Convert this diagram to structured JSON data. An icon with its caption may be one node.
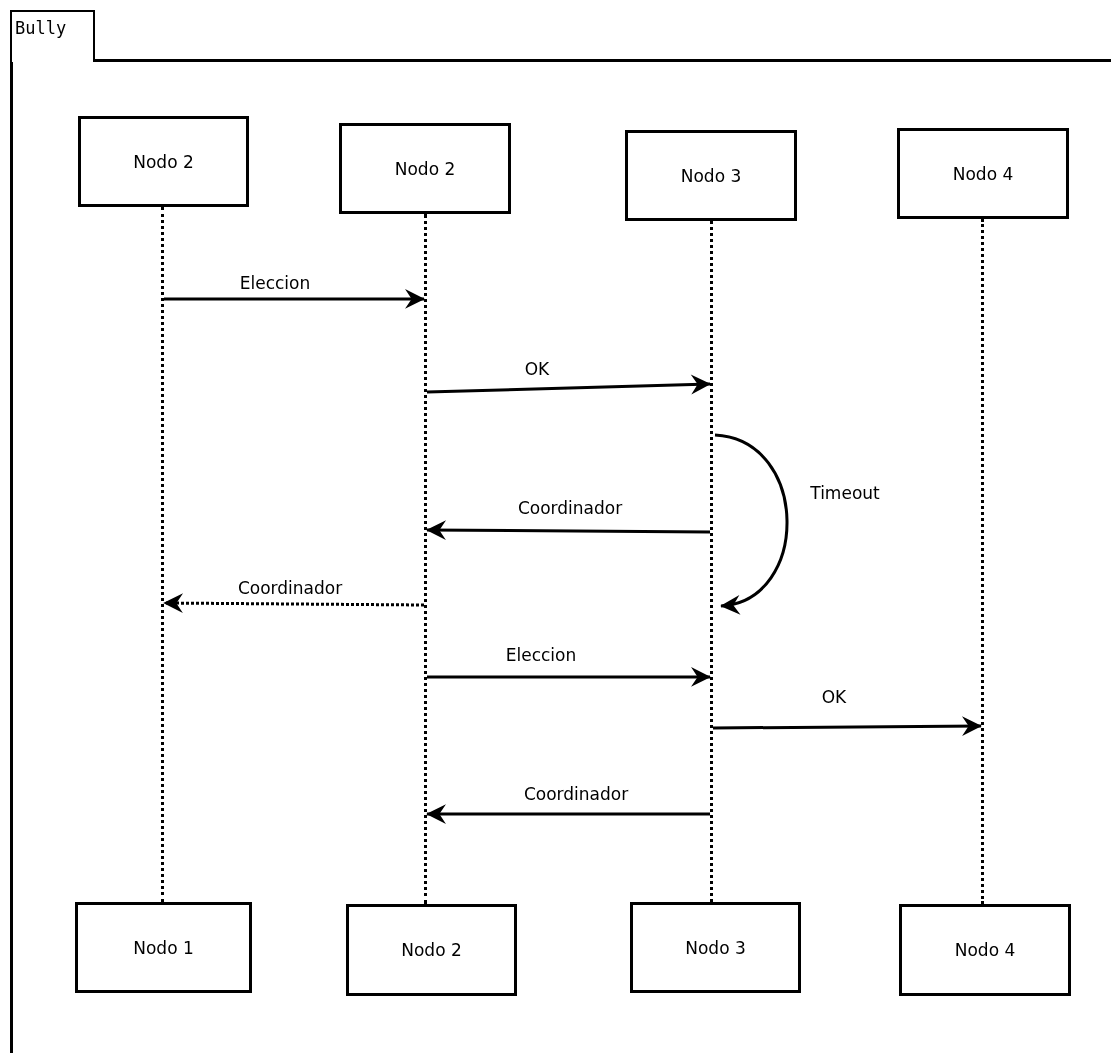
{
  "diagram": {
    "nodes": [
      {
        "text": [
          "Bully"
        ]
      },
      {
        "text": [
          "Nodo 2"
        ],
        "in": 0
      },
      {
        "text": [
          "Nodo 2"
        ],
        "in": 0
      },
      {
        "text": [
          "Nodo 3"
        ],
        "in": 0
      },
      {
        "text": [
          "Nodo 4"
        ],
        "in": 0
      },
      {
        "text": [],
        "shape": "line",
        "in": 0
      },
      {
        "text": [],
        "shape": "line",
        "in": 0
      },
      {
        "text": [],
        "shape": "line",
        "in": 0
      },
      {
        "text": [],
        "shape": "line",
        "in": 0
      },
      {
        "text": [
          "Nodo 1"
        ],
        "in": 0
      },
      {
        "text": [
          "Nodo 2"
        ],
        "in": 0
      },
      {
        "text": [
          "Nodo 3"
        ],
        "in": 0
      },
      {
        "text": [
          "Nodo 4"
        ],
        "in": 0
      }
    ],
    "edges": [
      {
        "from": 5,
        "to": 6,
        "arrow": "to",
        "label": "Eleccion"
      },
      {
        "from": 6,
        "to": 7,
        "arrow": "to",
        "label": "OK"
      },
      {
        "from": 7,
        "to": 7,
        "arrow": "to",
        "label": "Timeout"
      },
      {
        "from": 7,
        "to": 6,
        "arrow": "to",
        "label": "Coordinador"
      },
      {
        "from": 6,
        "to": 5,
        "arrow": "to",
        "label": "Coordinador",
        "style": "dashed"
      },
      {
        "from": 6,
        "to": 7,
        "arrow": "to",
        "label": "Eleccion"
      },
      {
        "from": 7,
        "to": 8,
        "arrow": "to",
        "label": "OK"
      },
      {
        "from": 7,
        "to": 6,
        "arrow": "to",
        "label": "Coordinador"
      }
    ]
  }
}
